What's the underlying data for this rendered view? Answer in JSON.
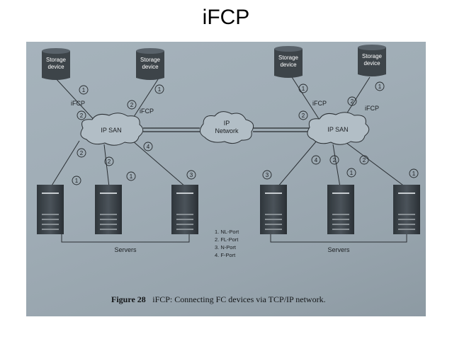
{
  "slide": {
    "title": "iFCP"
  },
  "storage_devices": [
    {
      "line1": "Storage",
      "line2": "device"
    },
    {
      "line1": "Storage",
      "line2": "device"
    },
    {
      "line1": "Storage",
      "line2": "device"
    },
    {
      "line1": "Storage",
      "line2": "device"
    }
  ],
  "clouds": {
    "left_san": {
      "label": "IP SAN"
    },
    "ip_network": {
      "line1": "IP",
      "line2": "Network"
    },
    "right_san": {
      "label": "IP SAN"
    }
  },
  "link_labels": [
    "iFCP",
    "iFCP",
    "iFCP",
    "iFCP"
  ],
  "port_numbers": {
    "left_storage_1": "1",
    "left_storage_2": "1",
    "left_san_top_1": "2",
    "left_san_top_2": "2",
    "left_san_right": "4",
    "left_san_bottom_1": "2",
    "left_san_bottom_2": "2",
    "left_server_1": "1",
    "left_server_2": "1",
    "left_server_3": "3",
    "right_storage_1": "1",
    "right_storage_2": "1",
    "right_san_top_1": "2",
    "right_san_top_2": "2",
    "right_san_bottom_1": "4",
    "right_san_bottom_2": "2",
    "right_san_bottom_3": "2",
    "right_server_1": "3",
    "right_server_2": "1",
    "right_server_3": "1"
  },
  "legend": [
    "1. NL-Port",
    "2. FL-Port",
    "3. N-Port",
    "4. F-Port"
  ],
  "server_groups": {
    "left": "Servers",
    "right": "Servers"
  },
  "caption": {
    "figure": "Figure 28",
    "text": "iFCP: Connecting FC devices via TCP/IP network."
  },
  "colors": {
    "photo_bg": "#a0adb6",
    "device_fill": "#3d4449",
    "ink": "#1c1f22"
  }
}
